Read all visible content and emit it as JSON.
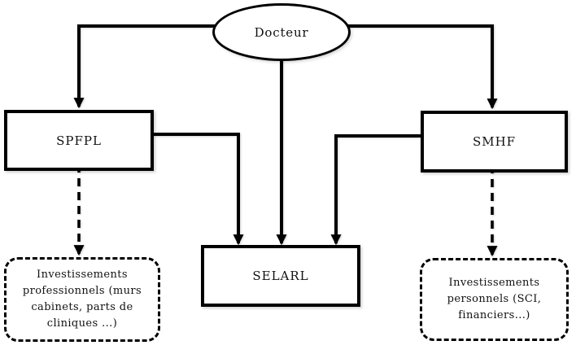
{
  "diagram": {
    "background_color": "#ffffff",
    "line_color": "#000000",
    "text_color": "#111111",
    "nodes": {
      "docteur": {
        "label": "Docteur",
        "shape": "ellipse"
      },
      "spfpl": {
        "label": "SPFPL",
        "shape": "rect"
      },
      "smhf": {
        "label": "SMHF",
        "shape": "rect"
      },
      "selarl": {
        "label": "SELARL",
        "shape": "rect"
      },
      "invest_pro": {
        "shape": "dashed-rounded-rect",
        "lines": [
          "Investissements",
          "professionnels (murs",
          "cabinets, parts de",
          "cliniques ...)"
        ]
      },
      "invest_perso": {
        "shape": "dashed-rounded-rect",
        "lines": [
          "Investissements",
          "personnels (SCI,",
          "financiers...)"
        ]
      }
    },
    "edges": [
      {
        "from": "docteur",
        "to": "spfpl",
        "style": "solid",
        "arrow": "end"
      },
      {
        "from": "docteur",
        "to": "smhf",
        "style": "solid",
        "arrow": "end"
      },
      {
        "from": "docteur",
        "to": "selarl",
        "style": "solid",
        "arrow": "end"
      },
      {
        "from": "spfpl",
        "to": "selarl",
        "style": "solid",
        "arrow": "end"
      },
      {
        "from": "smhf",
        "to": "selarl",
        "style": "solid",
        "arrow": "end"
      },
      {
        "from": "spfpl",
        "to": "invest_pro",
        "style": "dashed",
        "arrow": "end"
      },
      {
        "from": "smhf",
        "to": "invest_perso",
        "style": "dashed",
        "arrow": "end"
      }
    ]
  }
}
